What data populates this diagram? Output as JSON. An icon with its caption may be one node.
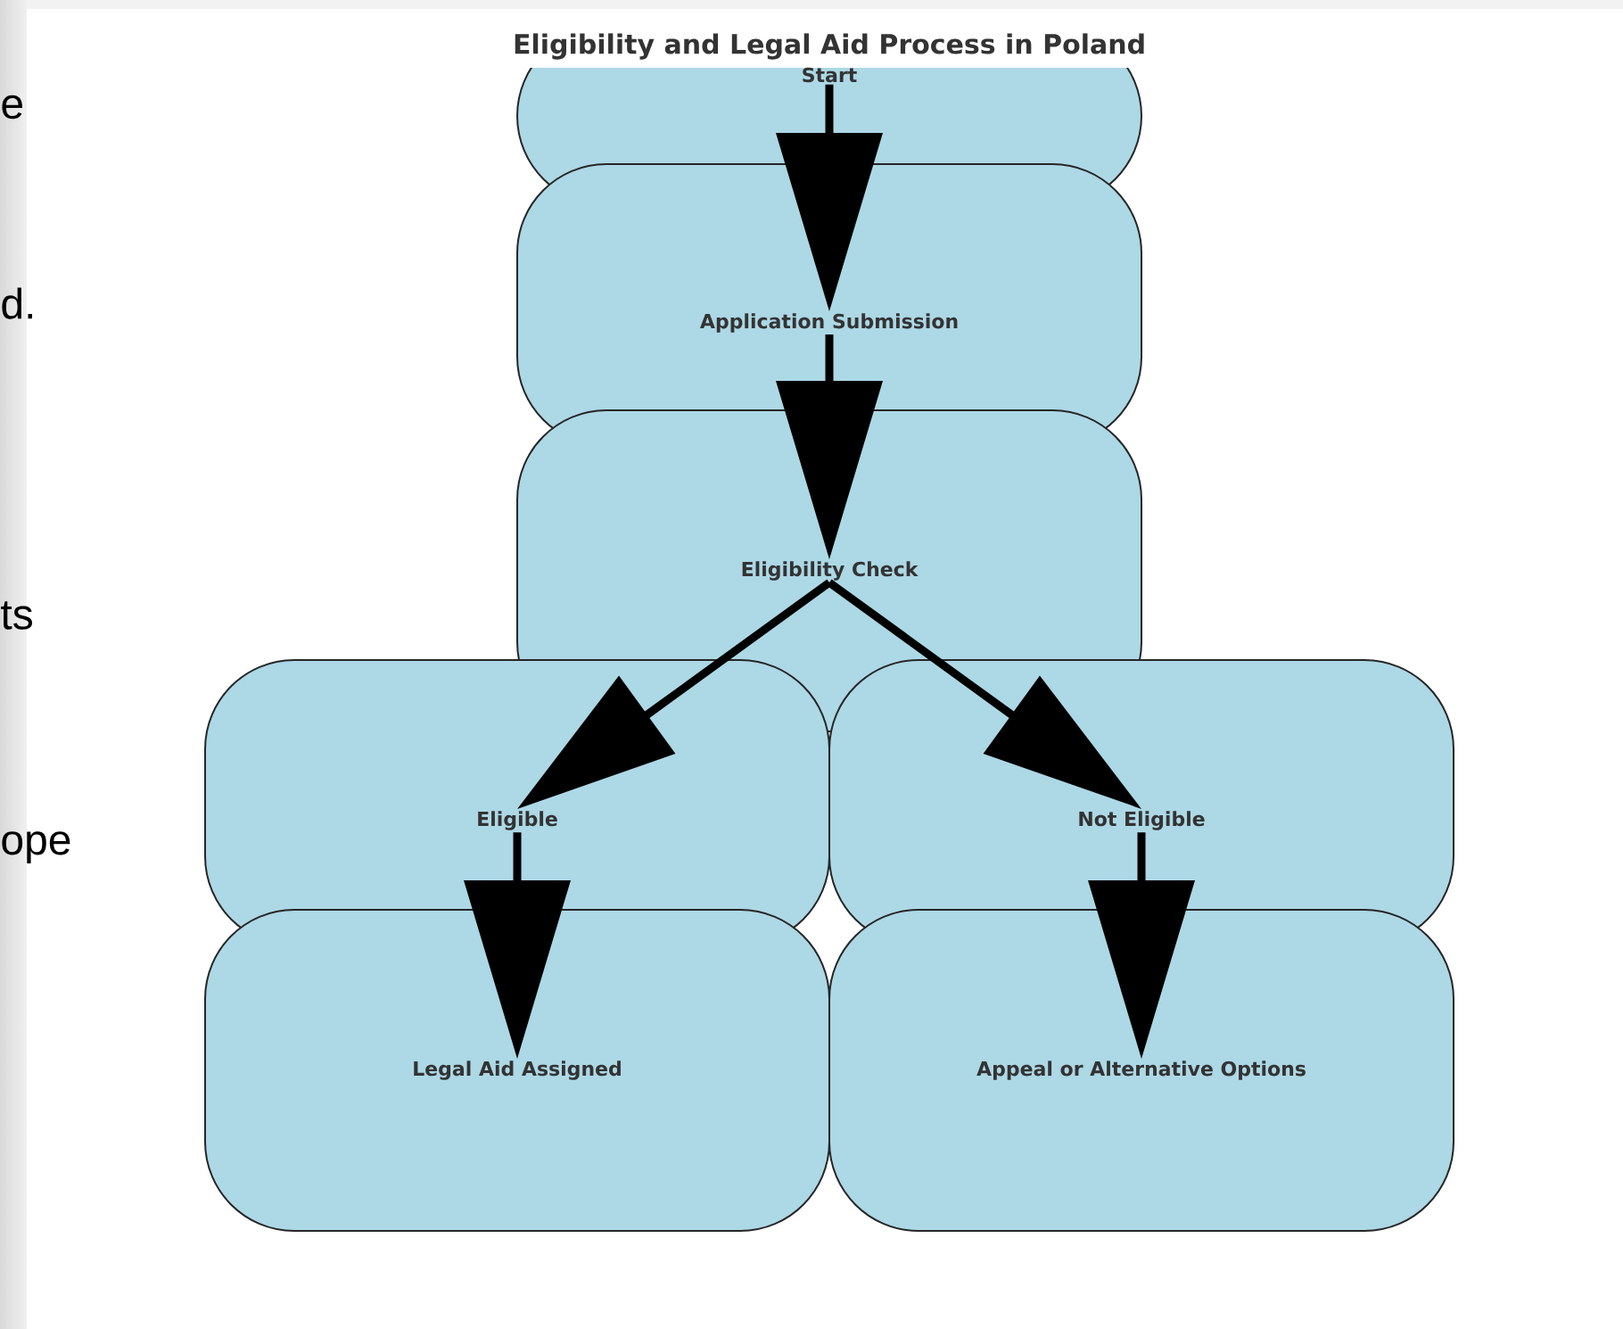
{
  "diagram": {
    "title": "Eligibility and Legal Aid Process in Poland",
    "nodes": [
      {
        "text": [
          "Start"
        ]
      },
      {
        "text": [
          "Application Submission"
        ]
      },
      {
        "text": [
          "Eligibility Check"
        ]
      },
      {
        "text": [
          "Eligible"
        ]
      },
      {
        "text": [
          "Not Eligible"
        ]
      },
      {
        "text": [
          "Legal Aid Assigned"
        ]
      },
      {
        "text": [
          "Appeal or Alternative Options"
        ]
      }
    ],
    "edges": [
      {
        "from": 0,
        "to": 1,
        "arrow": "to"
      },
      {
        "from": 1,
        "to": 2,
        "arrow": "to"
      },
      {
        "from": 2,
        "to": 3,
        "arrow": "to"
      },
      {
        "from": 2,
        "to": 4,
        "arrow": "to"
      },
      {
        "from": 3,
        "to": 5,
        "arrow": "to"
      },
      {
        "from": 4,
        "to": 6,
        "arrow": "to"
      }
    ],
    "labels": [
      "e",
      "d.",
      "ts",
      "ope"
    ]
  }
}
